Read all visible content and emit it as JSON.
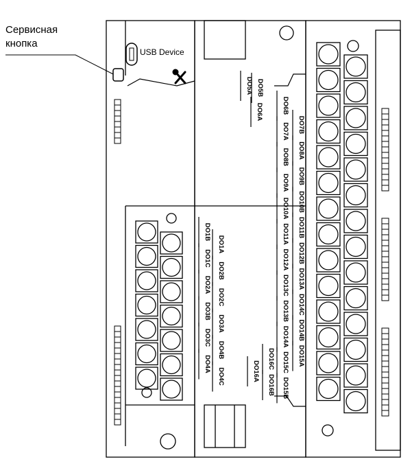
{
  "callout": {
    "line1": "Сервисная",
    "line2": "кнопка"
  },
  "usb_label": "USB Device",
  "icons": {
    "service_tool": "wrench-screwdriver-icon"
  },
  "labels_top_left": [
    "DO5B",
    "DO5A",
    "DO6A"
  ],
  "labels_left_col1": [
    "DO1B",
    "DO1C",
    "DO2A",
    "DO3B",
    "DO3C",
    "DO4A"
  ],
  "labels_left_col2": [
    "DO1A",
    "DO2B",
    "DO2C",
    "DO3A",
    "DO4B",
    "DO4C"
  ],
  "labels_right_col1": [
    "DO6B",
    "DO7A",
    "DO8B",
    "DO9A",
    "DO10A",
    "DO11A",
    "DO12A",
    "DO13C",
    "DO13B",
    "DO14A",
    "DO15C",
    "DO15B"
  ],
  "labels_right_col2": [
    "DO7B",
    "DO8A",
    "DO9B",
    "DO10B",
    "DO11B",
    "DO12B",
    "DO13A",
    "DO14C",
    "DO14B",
    "DO15A"
  ],
  "labels_bottom": [
    "DO16C",
    "DO16B",
    "DO16A"
  ]
}
